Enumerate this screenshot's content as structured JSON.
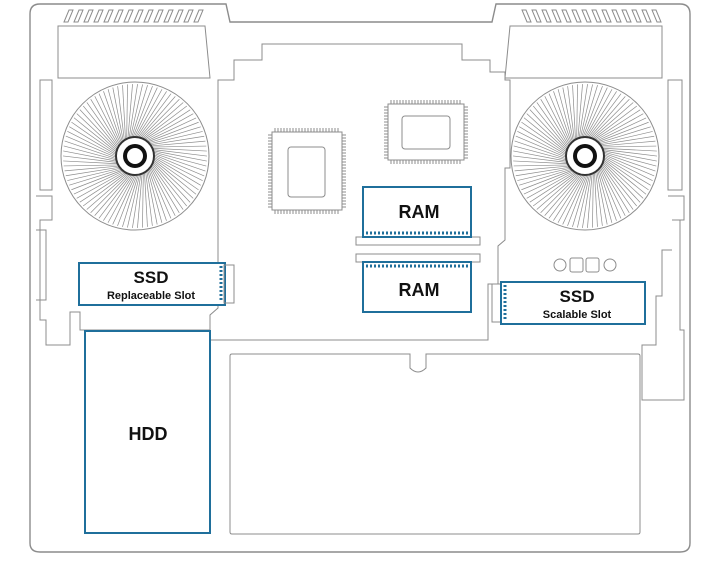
{
  "colors": {
    "outline": "#8c8c8c",
    "outline_dark": "#555555",
    "highlight": "#1f6f9b",
    "text": "#111111",
    "background": "#ffffff"
  },
  "components": {
    "ram_top": {
      "label": "RAM"
    },
    "ram_bottom": {
      "label": "RAM"
    },
    "ssd_replaceable": {
      "title": "SSD",
      "subtitle": "Replaceable Slot"
    },
    "ssd_scalable": {
      "title": "SSD",
      "subtitle": "Scalable Slot"
    },
    "hdd": {
      "label": "HDD"
    }
  },
  "icons": {
    "left_fan": "fan-icon",
    "right_fan": "fan-icon",
    "cpu_chip": "chip-icon",
    "gpu_chip": "chip-icon"
  }
}
